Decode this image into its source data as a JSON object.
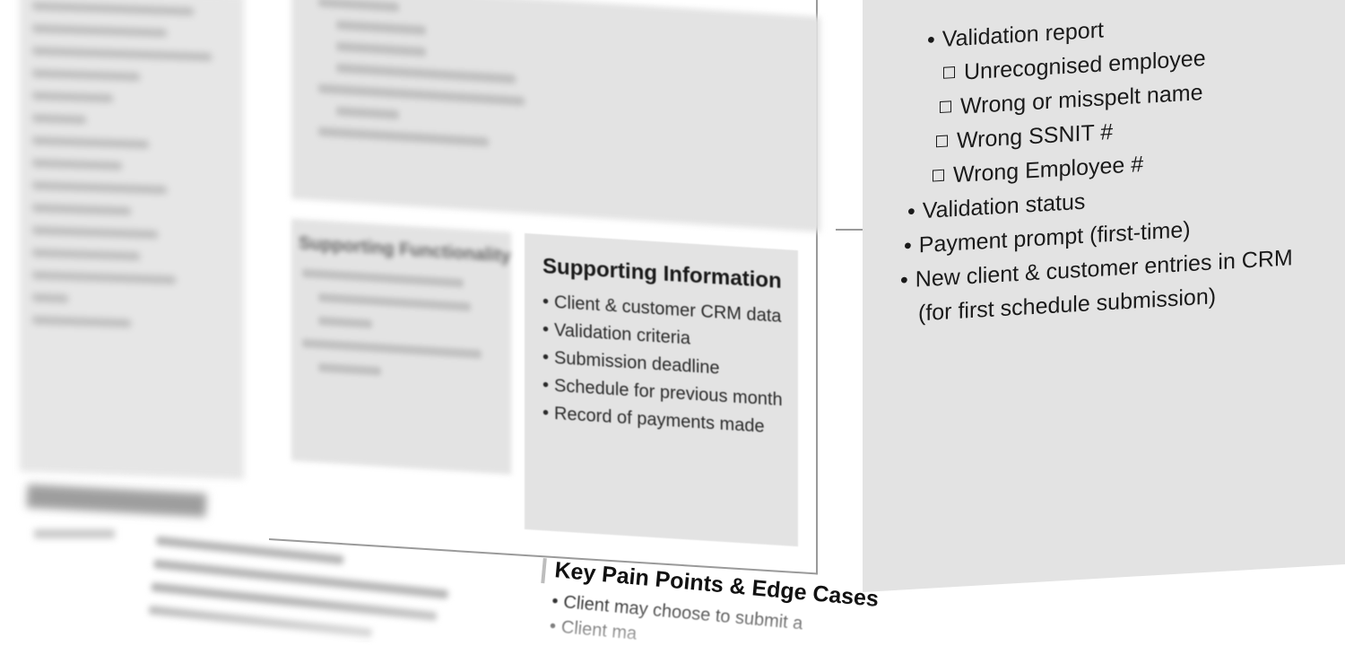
{
  "supporting_information": {
    "title": "Supporting Information",
    "items": [
      "Client & customer CRM data",
      "Validation criteria",
      "Submission deadline",
      "Schedule for previous month",
      "Record of payments made"
    ]
  },
  "outputs": {
    "validation_report": "Validation report",
    "sub_items": [
      "Unrecognised employee",
      "Wrong or misspelt name",
      "Wrong SSNIT #",
      "Wrong Employee #"
    ],
    "validation_status": "Validation status",
    "payment_prompt": "Payment prompt (first-time)",
    "new_entries_line1": "New client & customer entries in CRM",
    "new_entries_line2": "(for first schedule submission)"
  },
  "supporting_functionality": {
    "title": "Supporting Functionality"
  },
  "pain_points": {
    "title": "Key Pain Points & Edge Cases",
    "items": [
      "Client may choose to submit a",
      "Client ma"
    ]
  }
}
